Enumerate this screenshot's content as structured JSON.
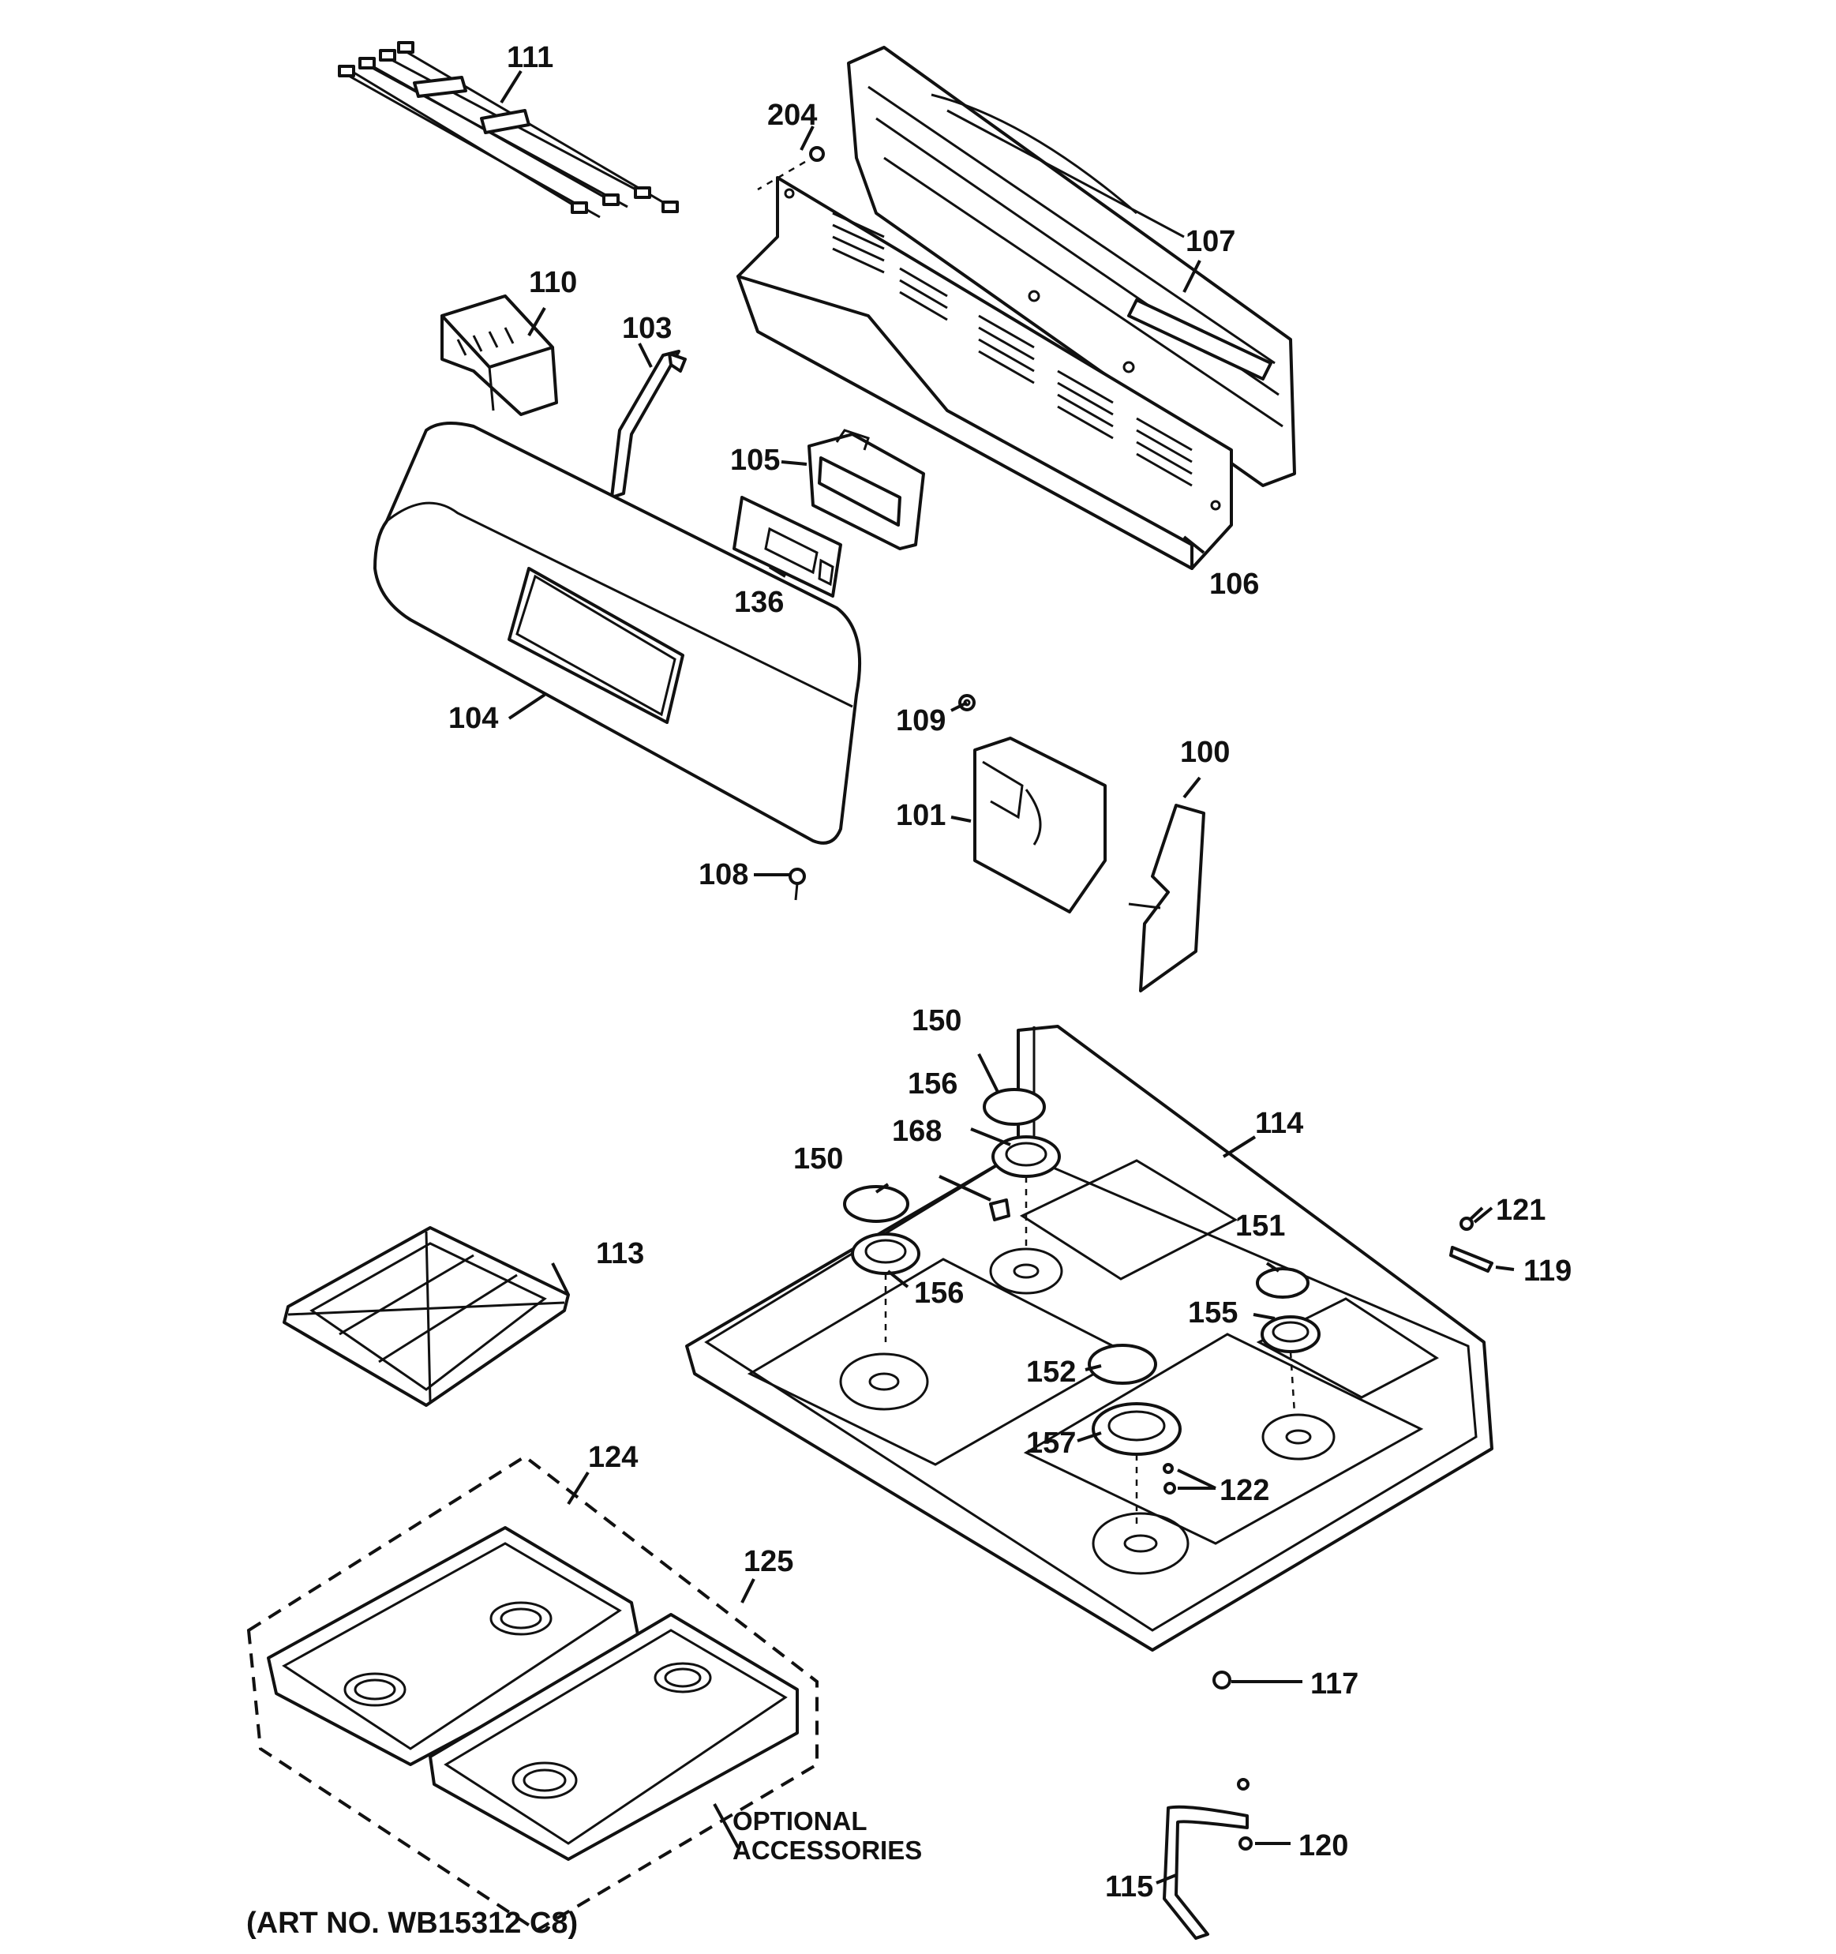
{
  "diagram": {
    "labels": {
      "p100": "100",
      "p101": "101",
      "p103": "103",
      "p104": "104",
      "p105": "105",
      "p106": "106",
      "p107": "107",
      "p108": "108",
      "p109": "109",
      "p110": "110",
      "p111": "111",
      "p113": "113",
      "p114": "114",
      "p115": "115",
      "p117": "117",
      "p119": "119",
      "p120": "120",
      "p121": "121",
      "p122": "122",
      "p124": "124",
      "p125": "125",
      "p136": "136",
      "p150a": "150",
      "p150b": "150",
      "p151": "151",
      "p152": "152",
      "p155": "155",
      "p156a": "156",
      "p156b": "156",
      "p157": "157",
      "p168": "168",
      "p204": "204"
    },
    "optional_line1": "OPTIONAL",
    "optional_line2": "ACCESSORIES",
    "art_number": "(ART NO. WB15312 C8)"
  }
}
